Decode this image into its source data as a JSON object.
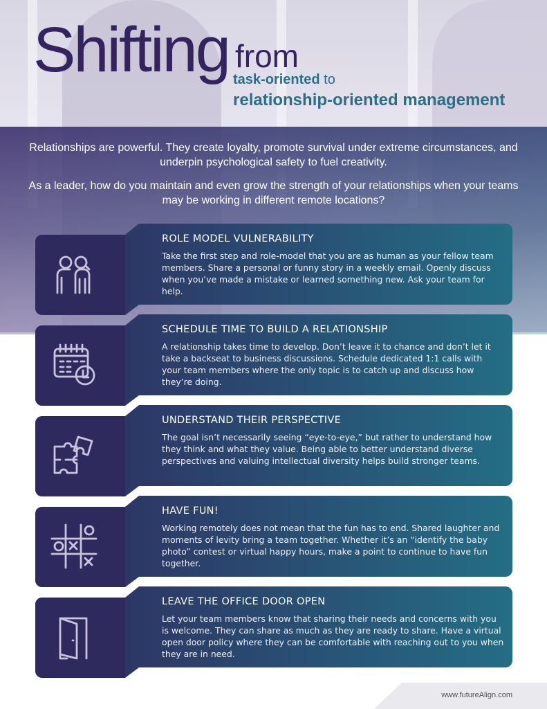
{
  "header": {
    "title_big": "Shifting",
    "title_from": "from",
    "subtitle_bold": "task-oriented",
    "subtitle_to": "to",
    "subtitle_line2": "relationship-oriented management"
  },
  "intro": {
    "p1": "Relationships are powerful. They create loyalty, promote survival under extreme circumstances, and underpin psychological safety to fuel creativity.",
    "p2": "As a leader, how do you maintain and even grow the strength of your relationships when your teams may be working in different remote locations?"
  },
  "colors": {
    "title": "#34235f",
    "accent": "#2a6f85",
    "card_left": "#2f2a5e",
    "card_right": "#246e84"
  },
  "cards": [
    {
      "icon": "people-icon",
      "title": "ROLE MODEL VULNERABILITY",
      "text": "Take the first step and role-model that you are as human as your fellow team members. Share a personal or funny story in a weekly email. Openly discuss when you’ve made a mistake or learned something new. Ask your team for help."
    },
    {
      "icon": "calendar-clock-icon",
      "title": "SCHEDULE TIME TO BUILD A RELATIONSHIP",
      "text": "A relationship takes time to develop. Don’t leave it to chance and don’t let it take a backseat to business discussions. Schedule dedicated 1:1 calls with your team members where the only topic is to catch up and discuss how they’re doing."
    },
    {
      "icon": "puzzle-icon",
      "title": "UNDERSTAND THEIR PERSPECTIVE",
      "text": "The goal isn’t necessarily seeing “eye-to-eye,” but rather to understand how they think and what they value. Being able to better understand diverse perspectives and valuing intellectual diversity helps build stronger teams."
    },
    {
      "icon": "tic-tac-toe-icon",
      "title": "HAVE FUN!",
      "text": "Working remotely does not mean that the fun has to end. Shared laughter and moments of levity bring a team together. Whether it’s an “identify the baby photo” contest or virtual happy hours, make a point to continue to have fun together."
    },
    {
      "icon": "open-door-icon",
      "title": "LEAVE THE OFFICE DOOR OPEN",
      "text": "Let your team members know that sharing their needs and concerns with you is welcome. They can share as much as they are ready to share. Have a virtual open door policy where they can be comfortable with reaching out to you when they are in need."
    }
  ],
  "footer": {
    "url": "www.futureAlign.com"
  }
}
